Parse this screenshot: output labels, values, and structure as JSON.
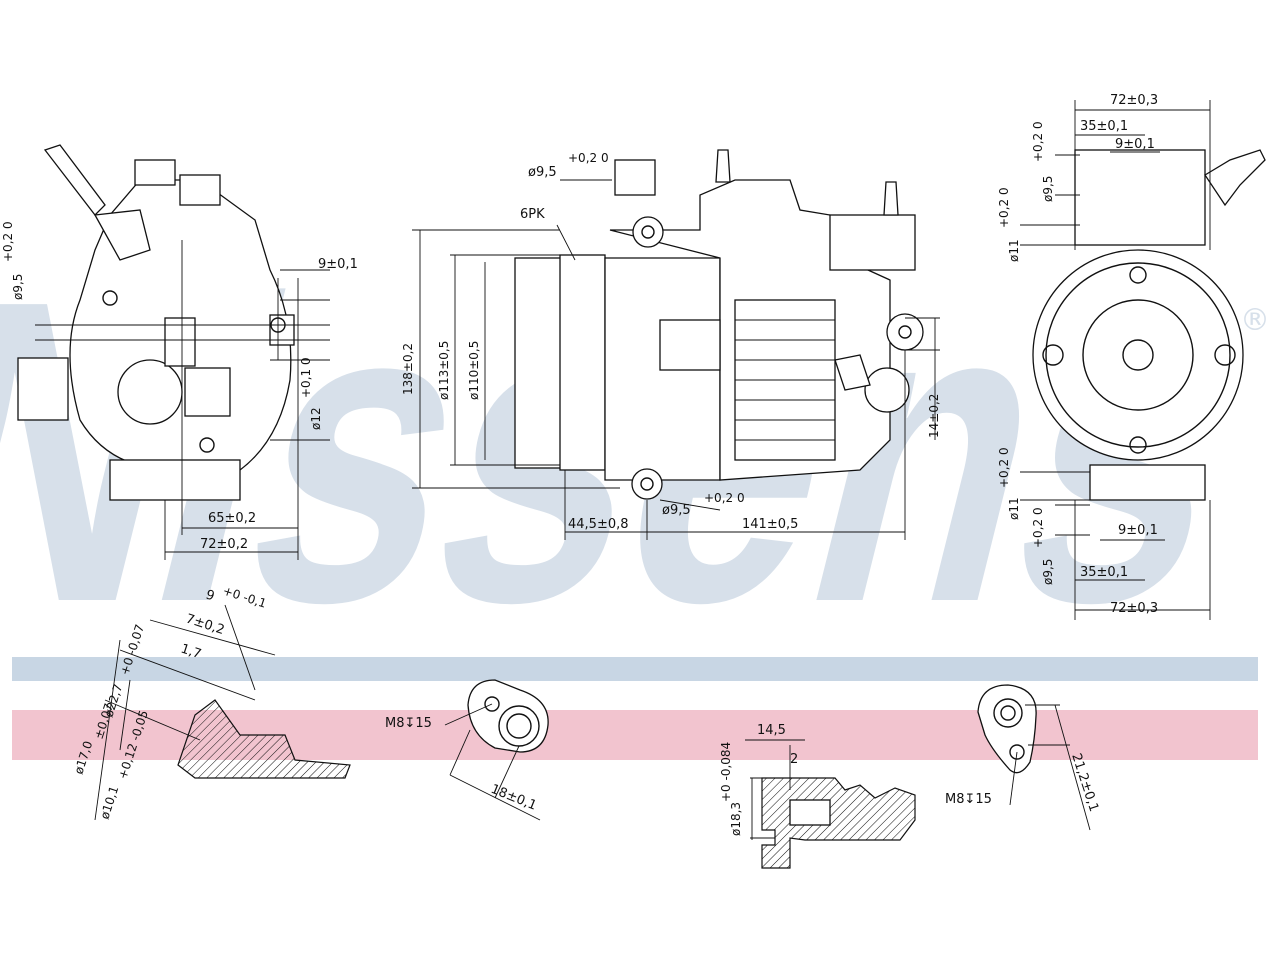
{
  "brand": {
    "logo_text": "Nissens",
    "registered_mark": "®",
    "logo_color": "#d7e0ea"
  },
  "stripes": {
    "blue": "#c8d6e4",
    "pink": "#f2c4cf"
  },
  "left_view": {
    "dia_9_5": "ø9,5",
    "dia_9_5_tol": "+0,2 0",
    "dim_9": "9±0,1",
    "dia_12": "ø12",
    "dia_12_tol": "+0,1 0",
    "dim_65": "65±0,2",
    "dim_72": "72±0,2"
  },
  "center_view": {
    "dia_9_5_top": "ø9,5",
    "dia_9_5_top_tol": "+0,2 0",
    "belt": "6PK",
    "dim_138": "138±0,2",
    "dia_113": "ø113±0,5",
    "dia_110": "ø110±0,5",
    "dim_14": "14±0,2",
    "dia_9_5_bottom": "ø9,5",
    "dia_9_5_bottom_tol": "+0,2 0",
    "dim_44_5": "44,5±0,8",
    "dim_141": "141±0,5"
  },
  "right_view": {
    "dim_72_top": "72±0,3",
    "dim_35_top": "35±0,1",
    "dim_9_top": "9±0,1",
    "dia_9_5_top": "ø9,5",
    "dia_9_5_top_tol": "+0,2 0",
    "dia_11_top": "ø11",
    "dia_11_top_tol": "+0,2 0",
    "dia_11_bottom": "ø11",
    "dia_11_bottom_tol": "+0,2 0",
    "dim_9_bottom": "9±0,1",
    "dia_9_5_bottom": "ø9,5",
    "dia_9_5_bottom_tol": "+0,2 0",
    "dim_35_bottom": "35±0,1",
    "dim_72_bottom": "72±0,3"
  },
  "detail_port": {
    "dim_9": "9",
    "dim_9_tol": "+0 -0,1",
    "dim_7": "7±0,2",
    "dim_1_7": "1,7",
    "dia_22_7": "ø22,7",
    "dia_22_7_tol": "+0 -0,07",
    "dia_17": "ø17,0",
    "dia_17_tol": "±0,07",
    "dia_10_1": "ø10,1",
    "dia_10_1_tol": "+0,12 -0,05"
  },
  "detail_m8_left": {
    "thread": "M8↧15",
    "dim_18": "18±0,1"
  },
  "detail_pipe": {
    "dim_14_5": "14,5",
    "dim_2": "2",
    "dia_18_3": "ø18,3",
    "dia_18_3_tol": "+0 -0,084"
  },
  "detail_m8_right": {
    "thread": "M8↧15",
    "dim_21_2": "21,2±0,1"
  }
}
